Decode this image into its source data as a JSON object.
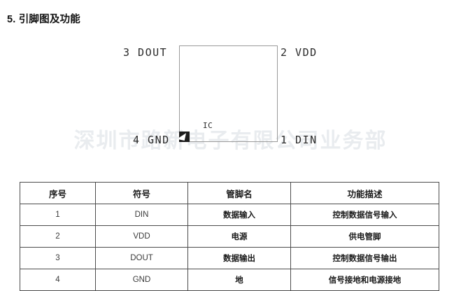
{
  "section": {
    "title": "5. 引脚图及功能"
  },
  "watermark": {
    "text": "深圳市路新电子有限公司业务部"
  },
  "diagram": {
    "center_label": "IC",
    "pin_top_left": "3 DOUT",
    "pin_top_right": "2 VDD",
    "pin_bottom_left": "4 GND",
    "pin_bottom_right": "1 DIN",
    "pin1_marker_name": "pin1-indicator"
  },
  "table": {
    "headers": [
      "序号",
      "符号",
      "管脚名",
      "功能描述"
    ],
    "rows": [
      {
        "num": "1",
        "symbol": "DIN",
        "pin_name": "数据输入",
        "description": "控制数据信号输入"
      },
      {
        "num": "2",
        "symbol": "VDD",
        "pin_name": "电源",
        "description": "供电管脚"
      },
      {
        "num": "3",
        "symbol": "DOUT",
        "pin_name": "数据输出",
        "description": "控制数据信号输出"
      },
      {
        "num": "4",
        "symbol": "GND",
        "pin_name": "地",
        "description": "信号接地和电源接地"
      }
    ]
  },
  "colors": {
    "page_background": "#ffffff",
    "text": "#1a1a1a",
    "table_border": "#4c4c4c",
    "diagram_border": "#9a9a9a",
    "watermark": "#e9ecef",
    "pin1_marker": "#1c1c1c"
  }
}
